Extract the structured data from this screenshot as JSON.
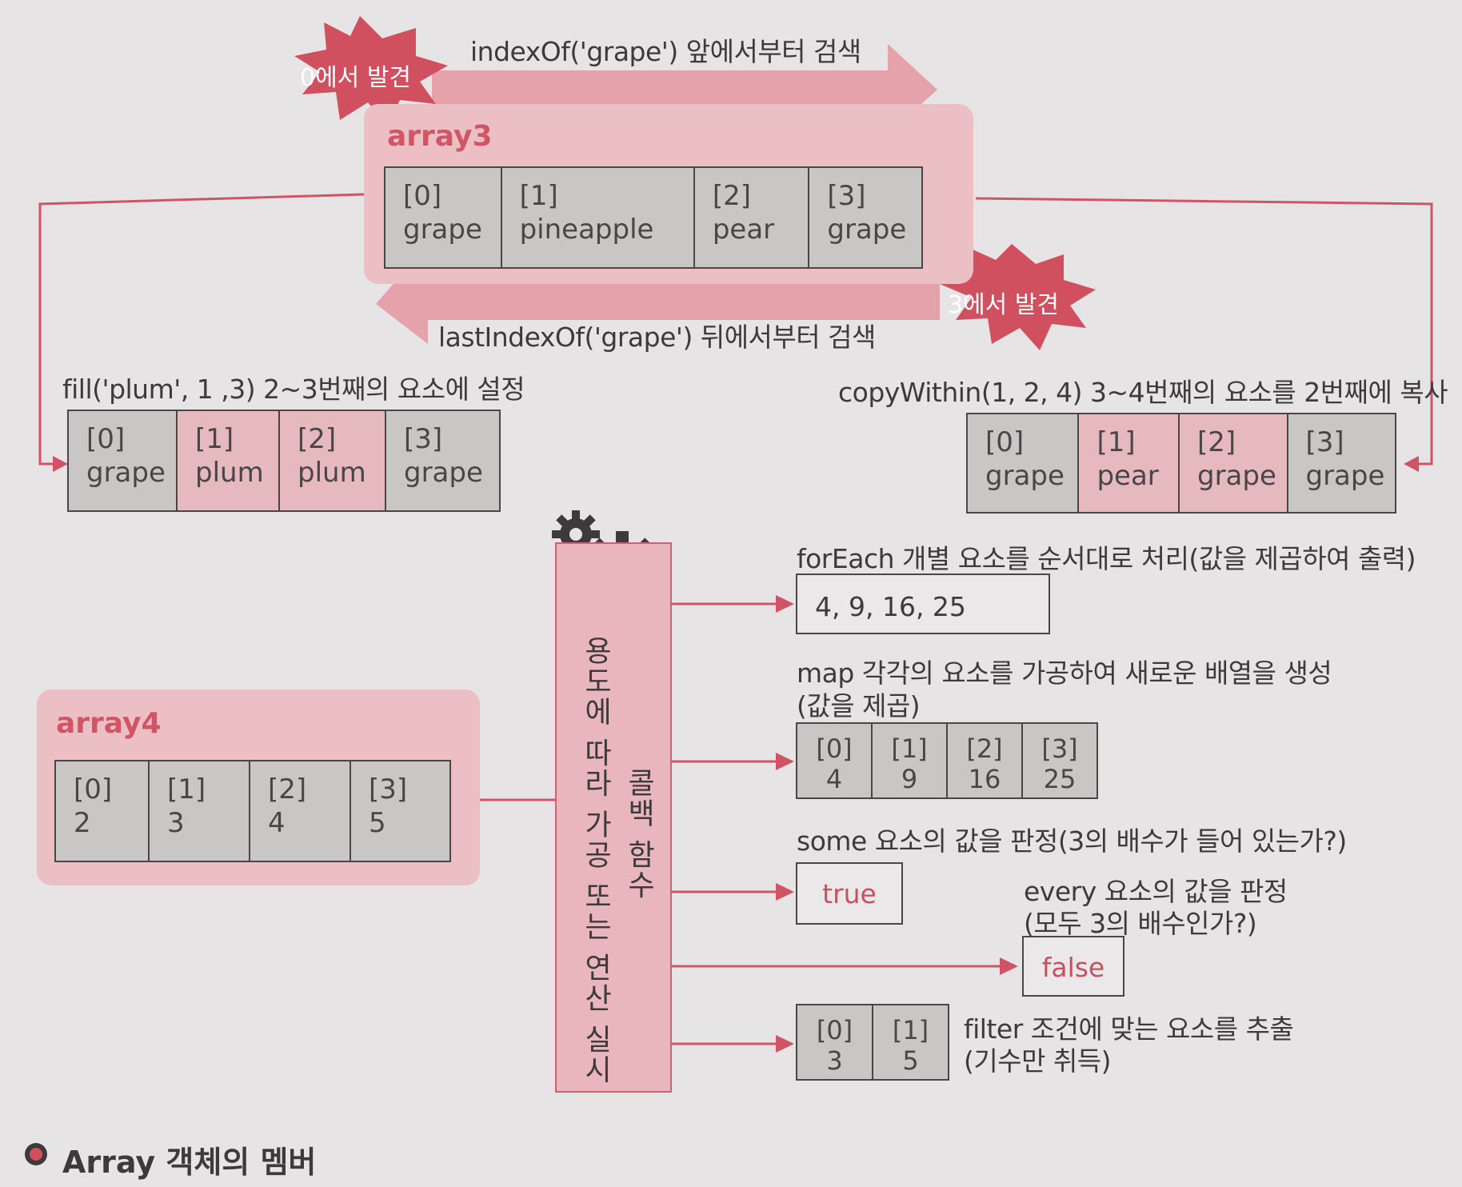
{
  "top": {
    "indexof_label": "indexOf('grape') 앞에서부터 검색",
    "indexof_found": "0에서 발견",
    "lastindexof_label": "lastIndexOf('grape') 뒤에서부터 검색",
    "lastindexof_found": "3에서 발견"
  },
  "array3": {
    "title": "array3",
    "cells": [
      {
        "idx": "[0]",
        "val": "grape"
      },
      {
        "idx": "[1]",
        "val": "pineapple"
      },
      {
        "idx": "[2]",
        "val": "pear"
      },
      {
        "idx": "[3]",
        "val": "grape"
      }
    ]
  },
  "fill": {
    "label": "fill('plum', 1 ,3) 2~3번째의 요소에 설정",
    "cells": [
      {
        "idx": "[0]",
        "val": "grape"
      },
      {
        "idx": "[1]",
        "val": "plum"
      },
      {
        "idx": "[2]",
        "val": "plum"
      },
      {
        "idx": "[3]",
        "val": "grape"
      }
    ]
  },
  "copywithin": {
    "label": "copyWithin(1, 2, 4) 3~4번째의 요소를 2번째에 복사",
    "cells": [
      {
        "idx": "[0]",
        "val": "grape"
      },
      {
        "idx": "[1]",
        "val": "pear"
      },
      {
        "idx": "[2]",
        "val": "grape"
      },
      {
        "idx": "[3]",
        "val": "grape"
      }
    ]
  },
  "array4": {
    "title": "array4",
    "cells": [
      {
        "idx": "[0]",
        "val": "2"
      },
      {
        "idx": "[1]",
        "val": "3"
      },
      {
        "idx": "[2]",
        "val": "4"
      },
      {
        "idx": "[3]",
        "val": "5"
      }
    ]
  },
  "callback": {
    "line1": "콜백 함수",
    "line2": "용도에 따라 가공 또는 연산 실시"
  },
  "foreach": {
    "label": "forEach 개별 요소를 순서대로 처리(값을 제곱하여 출력)",
    "result": "4, 9, 16, 25"
  },
  "map": {
    "label_line1": "map 각각의 요소를 가공하여 새로운 배열을 생성",
    "label_line2": "(값을 제곱)",
    "cells": [
      {
        "idx": "[0]",
        "val": "4"
      },
      {
        "idx": "[1]",
        "val": "9"
      },
      {
        "idx": "[2]",
        "val": "16"
      },
      {
        "idx": "[3]",
        "val": "25"
      }
    ]
  },
  "some": {
    "label": "some  요소의 값을 판정(3의 배수가 들어 있는가?)",
    "result": "true"
  },
  "every": {
    "label_line1": "every  요소의 값을 판정",
    "label_line2": "(모두 3의 배수인가?)",
    "result": "false"
  },
  "filter": {
    "label_line1": "filter 조건에 맞는 요소를 추출",
    "label_line2": "(기수만 취득)",
    "cells": [
      {
        "idx": "[0]",
        "val": "3"
      },
      {
        "idx": "[1]",
        "val": "5"
      }
    ]
  },
  "caption": "Array 객체의 멤버",
  "colors": {
    "accent": "#d05565",
    "panel": "#ecbfc5",
    "cell_gray": "#c9c7c6",
    "cell_pink": "#e6b9bf"
  }
}
